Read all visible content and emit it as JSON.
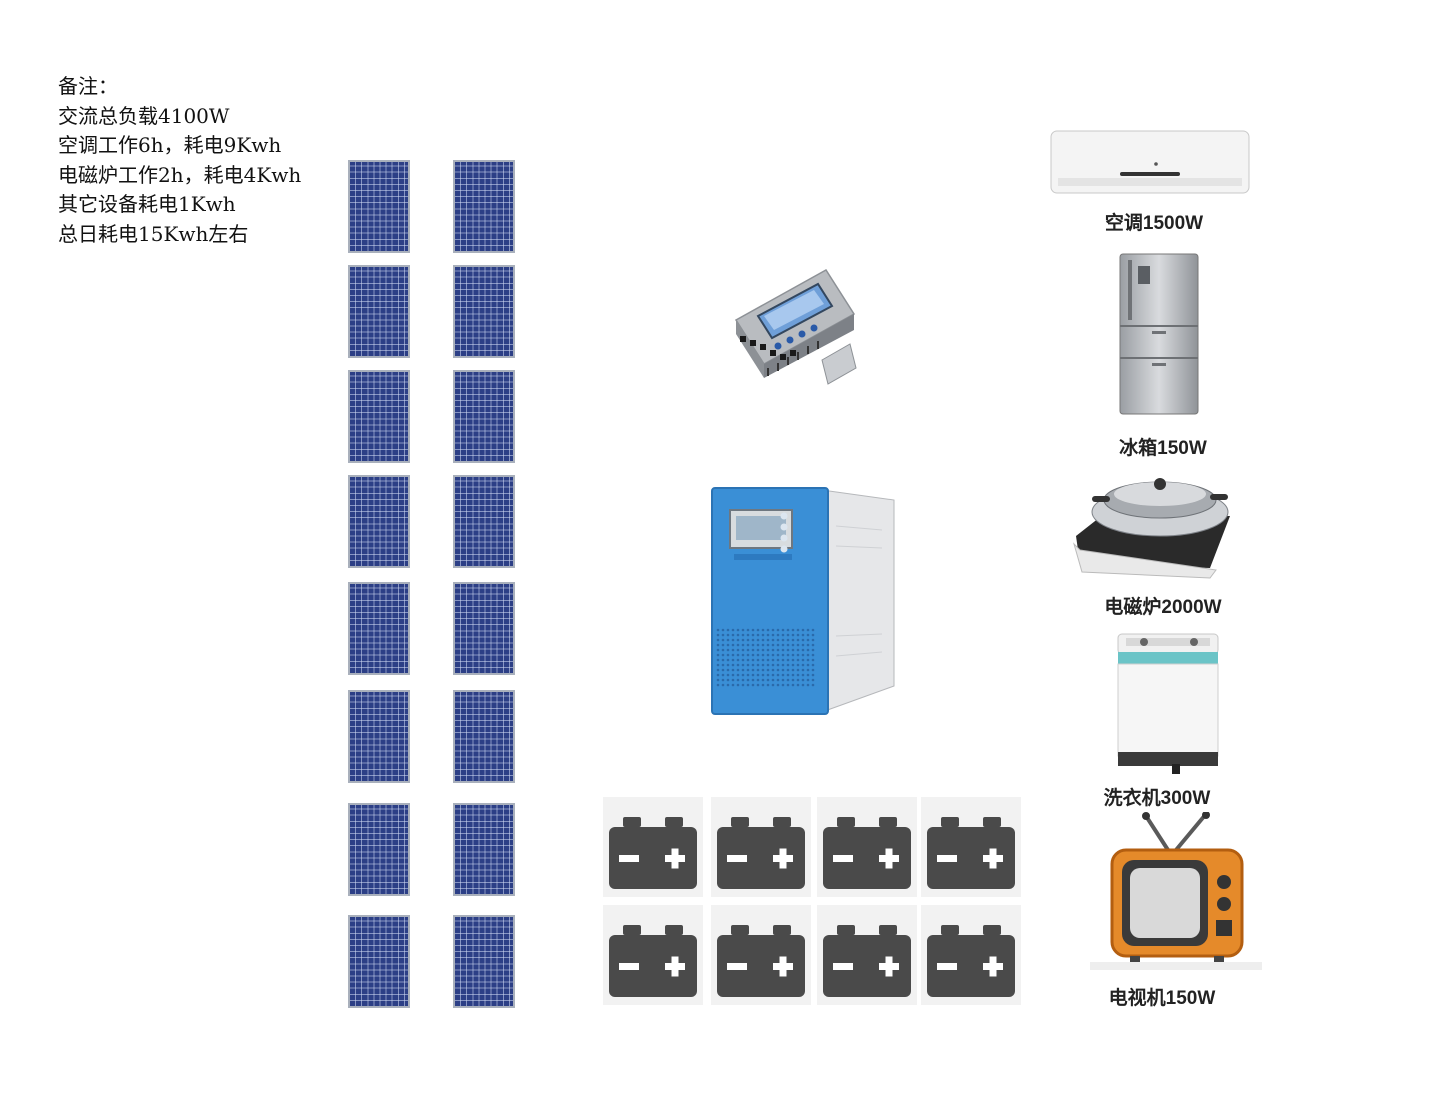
{
  "notes": {
    "lines": [
      "备注：",
      "交流总负载4100W",
      "空调工作6h，耗电9Kwh",
      "电磁炉工作2h，耗电4Kwh",
      "其它设备耗电1Kwh",
      "总日耗电15Kwh左右"
    ]
  },
  "solar_array": {
    "columns": 2,
    "panels_per_column": 8,
    "panel_color": "#2c3f86"
  },
  "battery_bank": {
    "count": 8,
    "icon": "battery-icon",
    "icon_color": "#4a4a4a"
  },
  "devices": {
    "controller": {
      "icon": "charge-controller-icon"
    },
    "inverter": {
      "icon": "inverter-icon",
      "accent_color": "#3a8fd6"
    }
  },
  "appliances": [
    {
      "icon": "air-conditioner-icon",
      "label": "空调1500W"
    },
    {
      "icon": "refrigerator-icon",
      "label": "冰箱150W"
    },
    {
      "icon": "induction-cooker-icon",
      "label": "电磁炉2000W"
    },
    {
      "icon": "washing-machine-icon",
      "label": "洗衣机300W"
    },
    {
      "icon": "television-icon",
      "label": "电视机150W"
    }
  ]
}
